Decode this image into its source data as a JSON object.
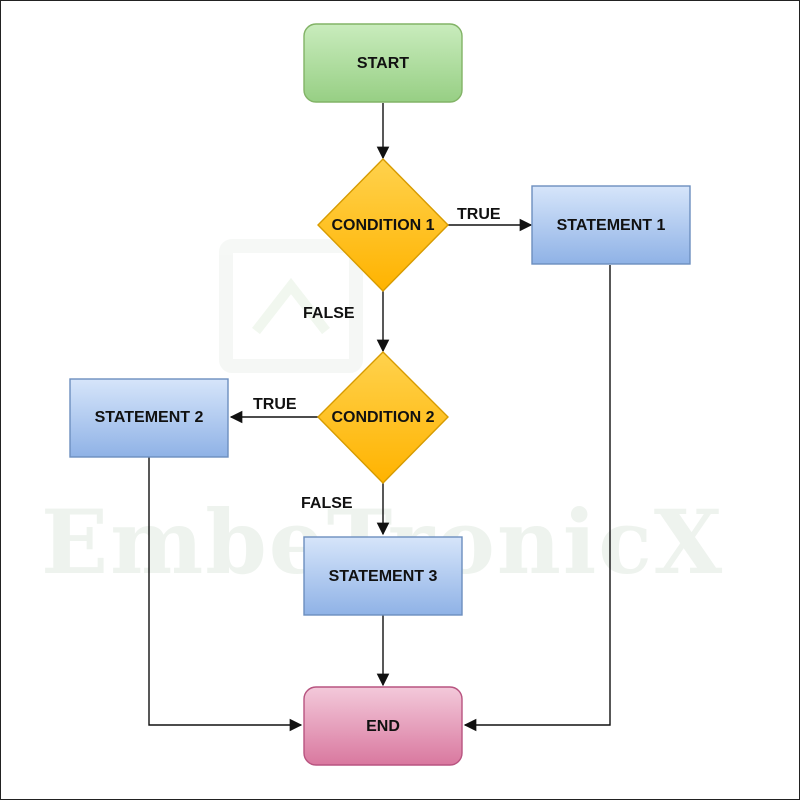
{
  "diagram": {
    "nodes": {
      "start": "START",
      "condition1": "CONDITION 1",
      "statement1": "STATEMENT 1",
      "condition2": "CONDITION 2",
      "statement2": "STATEMENT 2",
      "statement3": "STATEMENT 3",
      "end": "END"
    },
    "edge_labels": {
      "c1_true": "TRUE",
      "c1_false": "FALSE",
      "c2_true": "TRUE",
      "c2_false": "FALSE"
    }
  },
  "watermark": "EmbeTronicX",
  "colors": {
    "start_fill": "#a9d89a",
    "start_stroke": "#82b366",
    "decision_fill": "#ffc31f",
    "decision_stroke": "#d79b00",
    "process_fill": "#a9c4ec",
    "process_stroke": "#6c8ebf",
    "end_fill": "#e8a4c0",
    "end_stroke": "#b85480"
  }
}
